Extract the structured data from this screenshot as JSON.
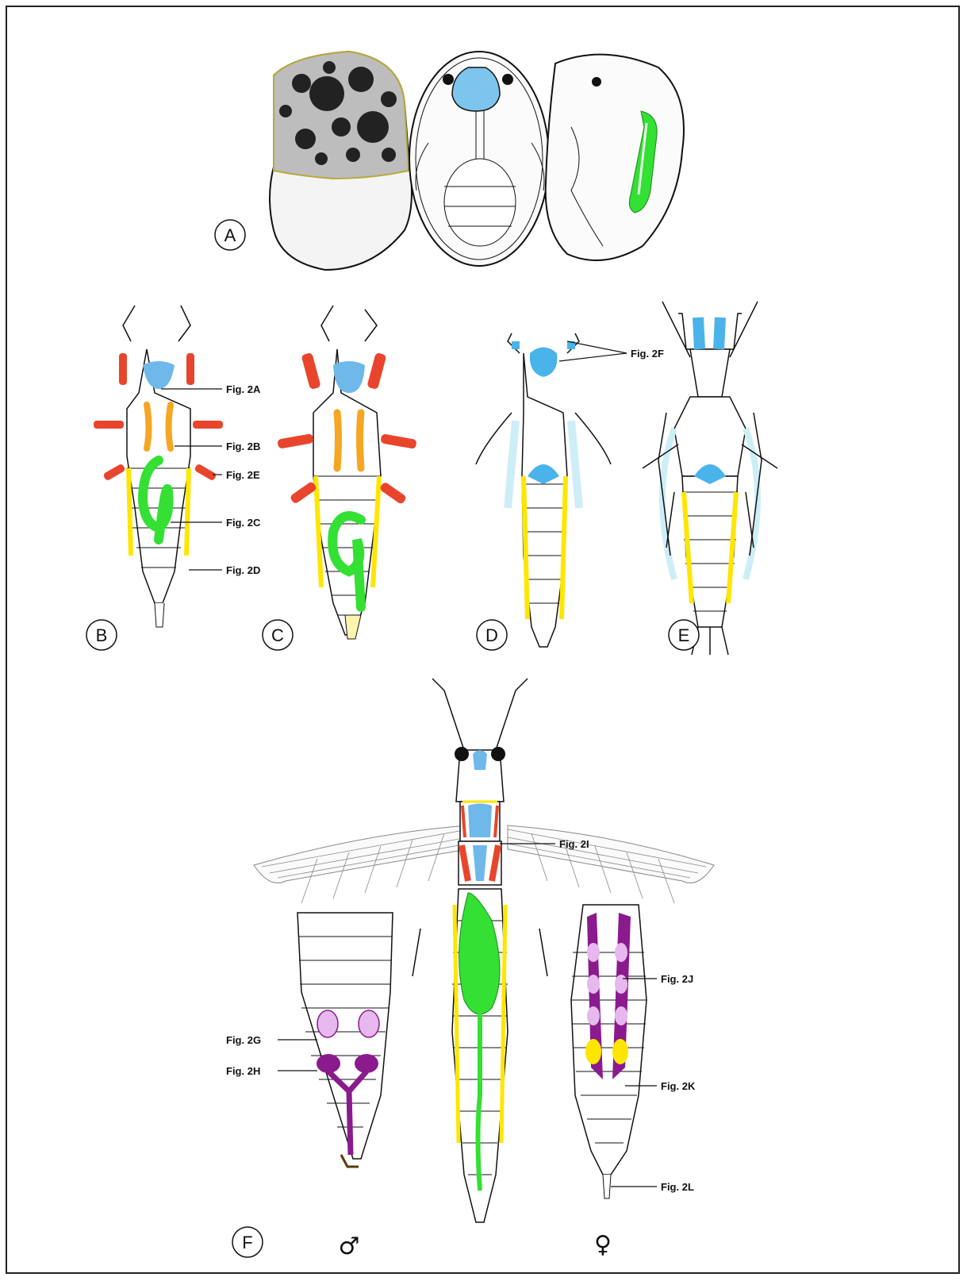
{
  "figure": {
    "panels": {
      "a": "A",
      "b": "B",
      "c": "C",
      "d": "D",
      "e": "E",
      "f": "F"
    },
    "labels": {
      "fig2a": "Fig. 2A",
      "fig2b": "Fig. 2B",
      "fig2c": "Fig. 2C",
      "fig2d": "Fig. 2D",
      "fig2e": "Fig. 2E",
      "fig2f": "Fig. 2F",
      "fig2g": "Fig. 2G",
      "fig2h": "Fig. 2H",
      "fig2i": "Fig. 2I",
      "fig2j": "Fig. 2J",
      "fig2k": "Fig. 2K",
      "fig2l": "Fig. 2L"
    },
    "sex_symbols": {
      "male": "♂",
      "female": "♀"
    }
  },
  "colors": {
    "brain": "#6fb8ea",
    "salivary": "#f5a623",
    "gut": "#33e033",
    "fatbody": "#ffe600",
    "legs": "#e8452c",
    "gonad_light": "#e6b8ee",
    "gonad_dark": "#8a1a8e",
    "wingpad": "#cdeef7",
    "outline": "#111111"
  }
}
